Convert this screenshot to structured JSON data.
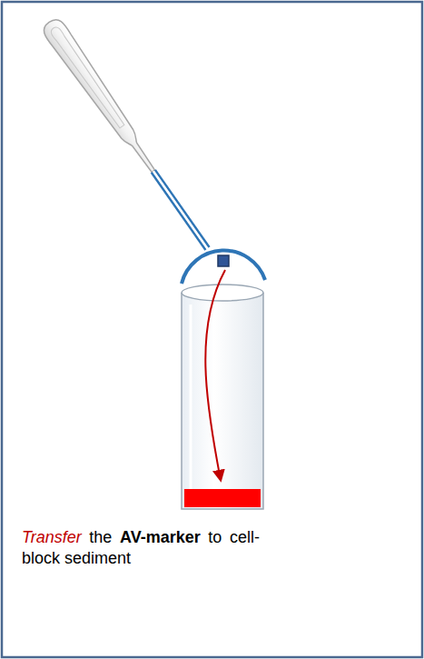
{
  "diagram": {
    "labels": [
      "Transfer",
      "the",
      "AV-marker",
      "to cell-block sediment"
    ]
  }
}
